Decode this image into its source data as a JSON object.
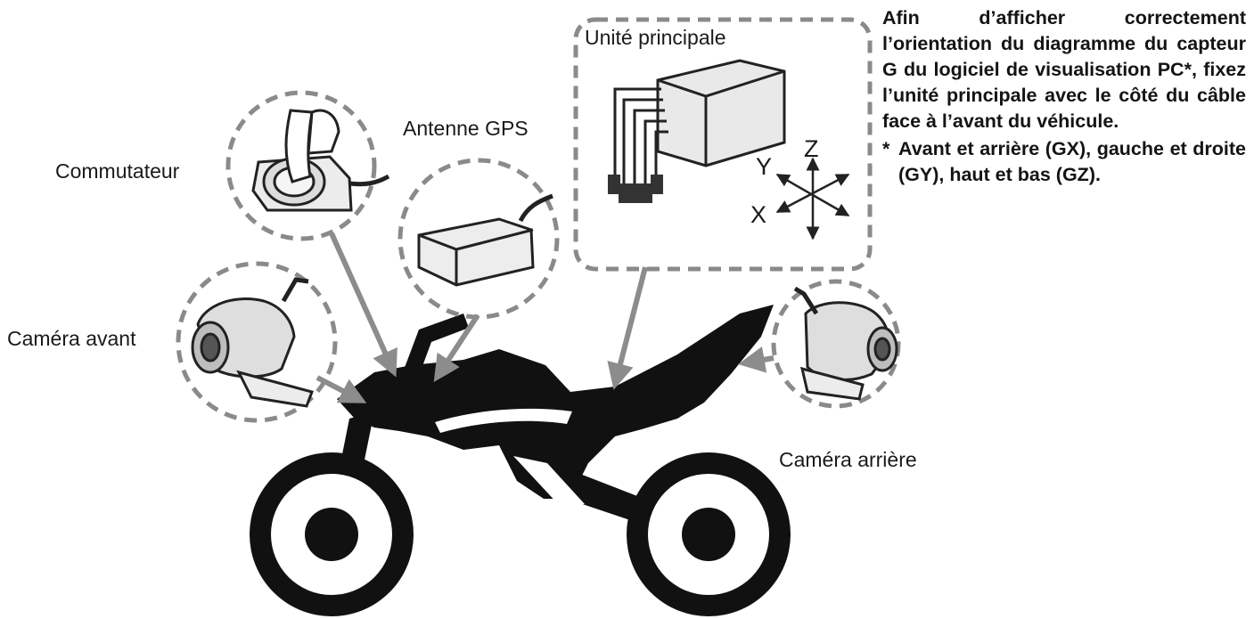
{
  "labels": {
    "switch": "Commutateur",
    "gps": "Antenne GPS",
    "main_unit": "Unité principale",
    "front_camera": "Caméra avant",
    "rear_camera": "Caméra arrière"
  },
  "axes": {
    "x": "X",
    "y": "Y",
    "z": "Z"
  },
  "note": {
    "text": "Afin d’afficher correctement l’orientation du diagramme du capteur G du logiciel de visualisation PC*, fixez l’unité principale avec le côté du câble face à l’avant du véhicule.",
    "footnote_mark": "*",
    "footnote": "Avant et arrière (GX), gauche et droite (GY), haut et bas (GZ)."
  },
  "colors": {
    "silhouette": "#111111",
    "arrow": "#8c8c8c",
    "dashed": "#8a8a8a",
    "device": "#ececec",
    "text": "#1a1a1a"
  }
}
